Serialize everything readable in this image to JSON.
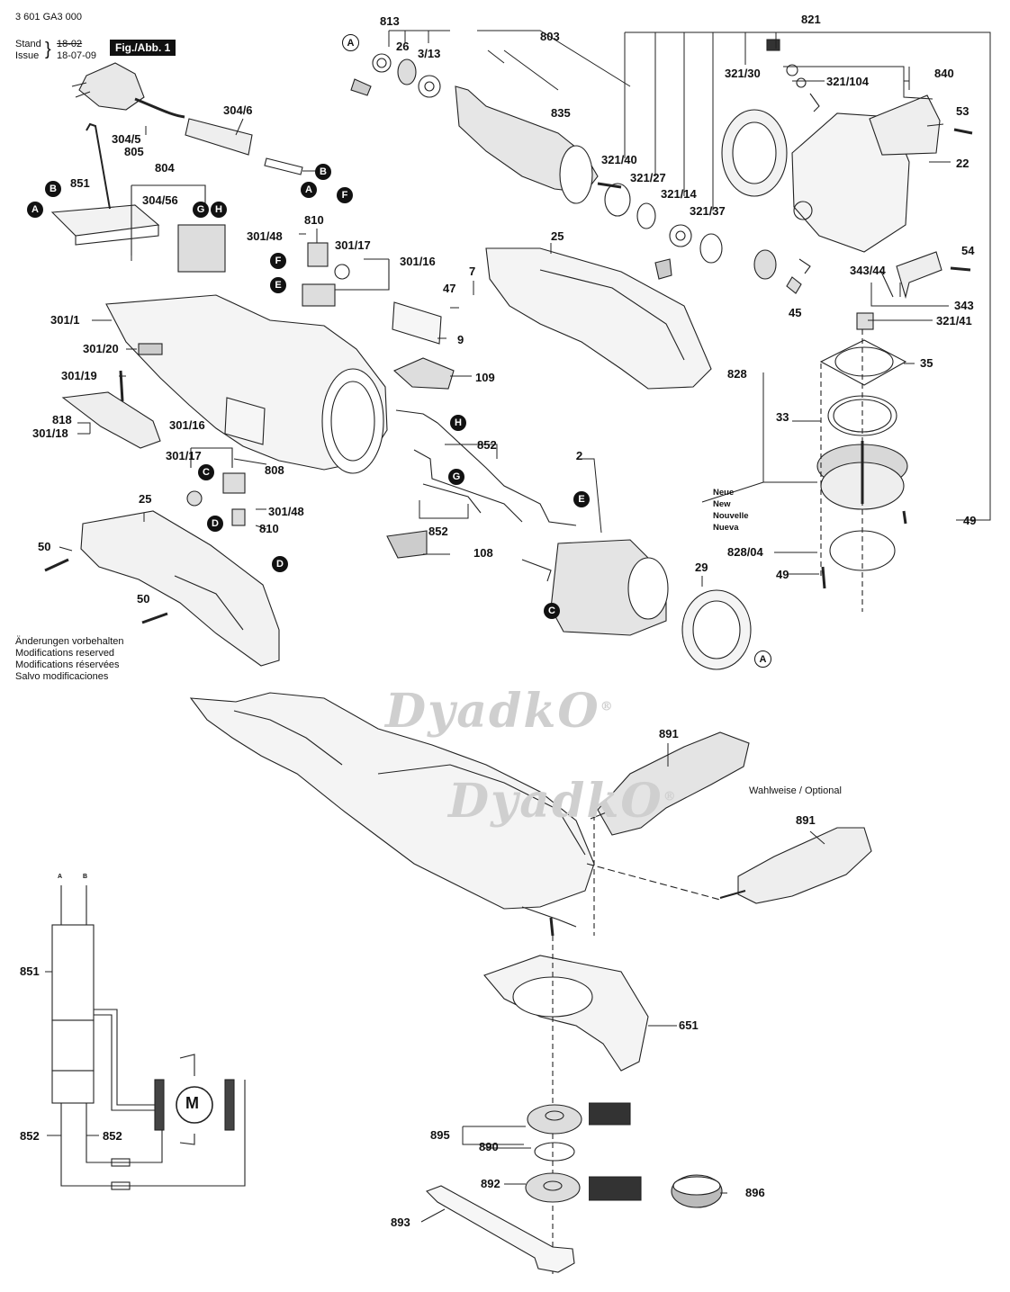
{
  "header": {
    "part_number": "3 601 GA3 000",
    "stand_label": "Stand",
    "issue_label": "Issue",
    "stand_value": "18-02",
    "issue_value": "18-07-09",
    "figure_label": "Fig./Abb. 1"
  },
  "notes": {
    "modifications": [
      "Änderungen vorbehalten",
      "Modifications reserved",
      "Modifications réservées",
      "Salvo modificaciones"
    ],
    "new_labels": [
      "Neue",
      "New",
      "Nouvelle",
      "Nueva"
    ],
    "optional": "Wahlweise / Optional"
  },
  "watermark": {
    "text": "DyadkO",
    "mark": "®"
  },
  "motor_symbol": "M",
  "schematic_terminals": [
    "A",
    "B"
  ],
  "connectors": [
    "A",
    "B",
    "A",
    "B",
    "F",
    "G",
    "H",
    "A",
    "E",
    "C",
    "D",
    "D",
    "H",
    "G",
    "E",
    "C",
    "A"
  ],
  "callouts": [
    {
      "id": "813",
      "text": "813"
    },
    {
      "id": "26",
      "text": "26"
    },
    {
      "id": "3-13",
      "text": "3/13"
    },
    {
      "id": "803",
      "text": "803"
    },
    {
      "id": "835",
      "text": "835"
    },
    {
      "id": "821",
      "text": "821"
    },
    {
      "id": "321-30",
      "text": "321/30"
    },
    {
      "id": "840",
      "text": "840"
    },
    {
      "id": "321-104",
      "text": "321/104"
    },
    {
      "id": "53",
      "text": "53"
    },
    {
      "id": "22",
      "text": "22"
    },
    {
      "id": "321-40",
      "text": "321/40"
    },
    {
      "id": "321-27",
      "text": "321/27"
    },
    {
      "id": "321-14",
      "text": "321/14"
    },
    {
      "id": "321-37",
      "text": "321/37"
    },
    {
      "id": "54",
      "text": "54"
    },
    {
      "id": "343-44",
      "text": "343/44"
    },
    {
      "id": "343",
      "text": "343"
    },
    {
      "id": "45",
      "text": "45"
    },
    {
      "id": "321-41",
      "text": "321/41"
    },
    {
      "id": "35",
      "text": "35"
    },
    {
      "id": "828",
      "text": "828"
    },
    {
      "id": "33",
      "text": "33"
    },
    {
      "id": "49a",
      "text": "49"
    },
    {
      "id": "828-04",
      "text": "828/04"
    },
    {
      "id": "49b",
      "text": "49"
    },
    {
      "id": "304-6",
      "text": "304/6"
    },
    {
      "id": "304-5",
      "text": "304/5"
    },
    {
      "id": "805",
      "text": "805"
    },
    {
      "id": "804",
      "text": "804"
    },
    {
      "id": "851a",
      "text": "851"
    },
    {
      "id": "304-56",
      "text": "304/56"
    },
    {
      "id": "810a",
      "text": "810"
    },
    {
      "id": "301-48a",
      "text": "301/48"
    },
    {
      "id": "301-17a",
      "text": "301/17"
    },
    {
      "id": "301-16a",
      "text": "301/16"
    },
    {
      "id": "25a",
      "text": "25"
    },
    {
      "id": "7",
      "text": "7"
    },
    {
      "id": "47",
      "text": "47"
    },
    {
      "id": "9",
      "text": "9"
    },
    {
      "id": "301-1",
      "text": "301/1"
    },
    {
      "id": "301-20",
      "text": "301/20"
    },
    {
      "id": "301-19",
      "text": "301/19"
    },
    {
      "id": "818",
      "text": "818"
    },
    {
      "id": "301-18",
      "text": "301/18"
    },
    {
      "id": "109",
      "text": "109"
    },
    {
      "id": "301-16b",
      "text": "301/16"
    },
    {
      "id": "301-17b",
      "text": "301/17"
    },
    {
      "id": "808",
      "text": "808"
    },
    {
      "id": "852a",
      "text": "852"
    },
    {
      "id": "2",
      "text": "2"
    },
    {
      "id": "301-48b",
      "text": "301/48"
    },
    {
      "id": "810b",
      "text": "810"
    },
    {
      "id": "25b",
      "text": "25"
    },
    {
      "id": "50a",
      "text": "50"
    },
    {
      "id": "50b",
      "text": "50"
    },
    {
      "id": "852b",
      "text": "852"
    },
    {
      "id": "108",
      "text": "108"
    },
    {
      "id": "29",
      "text": "29"
    },
    {
      "id": "891a",
      "text": "891"
    },
    {
      "id": "891b",
      "text": "891"
    },
    {
      "id": "851b",
      "text": "851"
    },
    {
      "id": "852c",
      "text": "852"
    },
    {
      "id": "852d",
      "text": "852"
    },
    {
      "id": "651",
      "text": "651"
    },
    {
      "id": "895",
      "text": "895"
    },
    {
      "id": "890",
      "text": "890"
    },
    {
      "id": "892",
      "text": "892"
    },
    {
      "id": "896",
      "text": "896"
    },
    {
      "id": "893",
      "text": "893"
    }
  ]
}
